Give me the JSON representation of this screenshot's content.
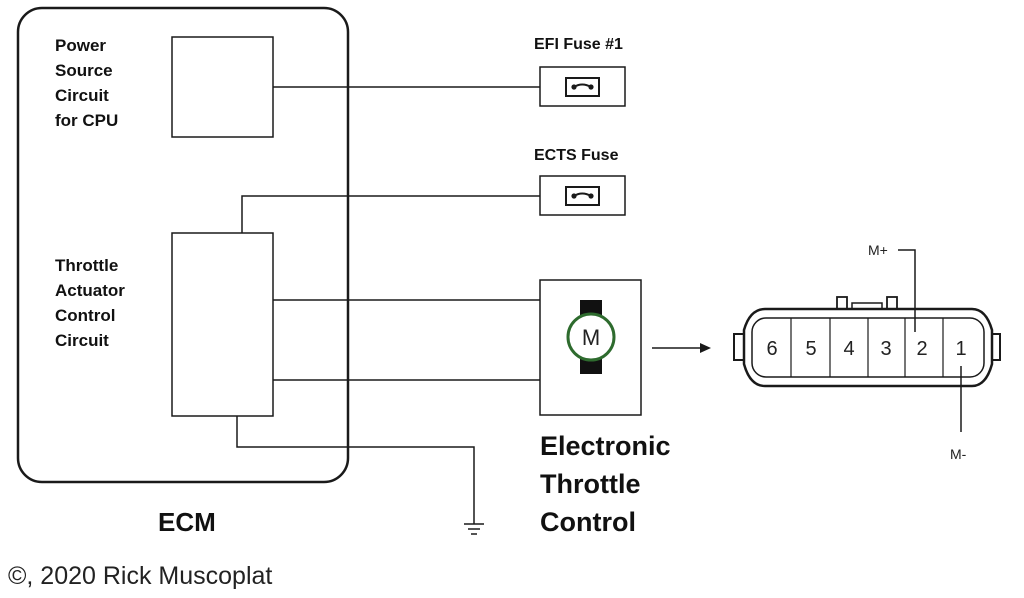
{
  "ecm": {
    "label": "ECM",
    "power_source_label": [
      "Power",
      "Source",
      "Circuit",
      "for CPU"
    ],
    "throttle_actuator_label": [
      "Throttle",
      "Actuator",
      "Control",
      "Circuit"
    ]
  },
  "fuses": {
    "efi_label": "EFI Fuse #1",
    "ects_label": "ECTS Fuse"
  },
  "motor": {
    "symbol": "M",
    "title_lines": [
      "Electronic",
      "Throttle",
      "Control"
    ],
    "ring_color": "#2e6b2e"
  },
  "connector": {
    "pins": [
      "6",
      "5",
      "4",
      "3",
      "2",
      "1"
    ],
    "m_plus_label": "M+",
    "m_minus_label": "M-"
  },
  "copyright": "©, 2020 Rick Muscoplat"
}
